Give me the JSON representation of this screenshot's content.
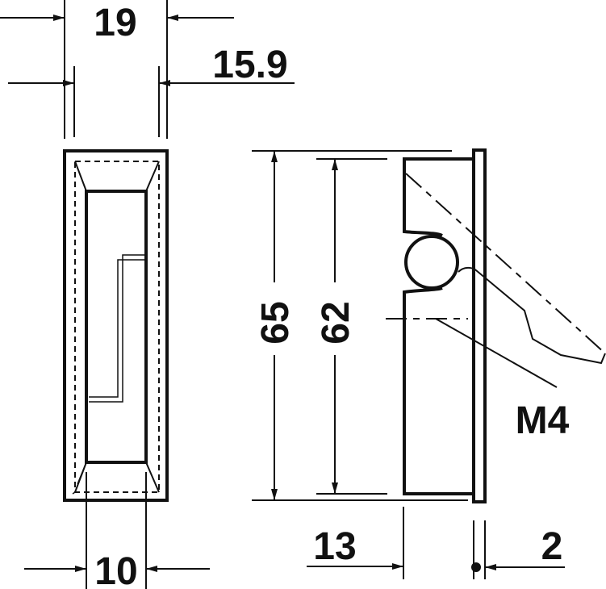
{
  "dimensions": {
    "width_outer": "19",
    "width_inner": "15.9",
    "width_slot": "10",
    "height_outer": "65",
    "height_inner": "62",
    "thread": "M4",
    "depth": "13",
    "plate_thickness": "2"
  },
  "colors": {
    "line": "#111111",
    "background": "#ffffff"
  }
}
